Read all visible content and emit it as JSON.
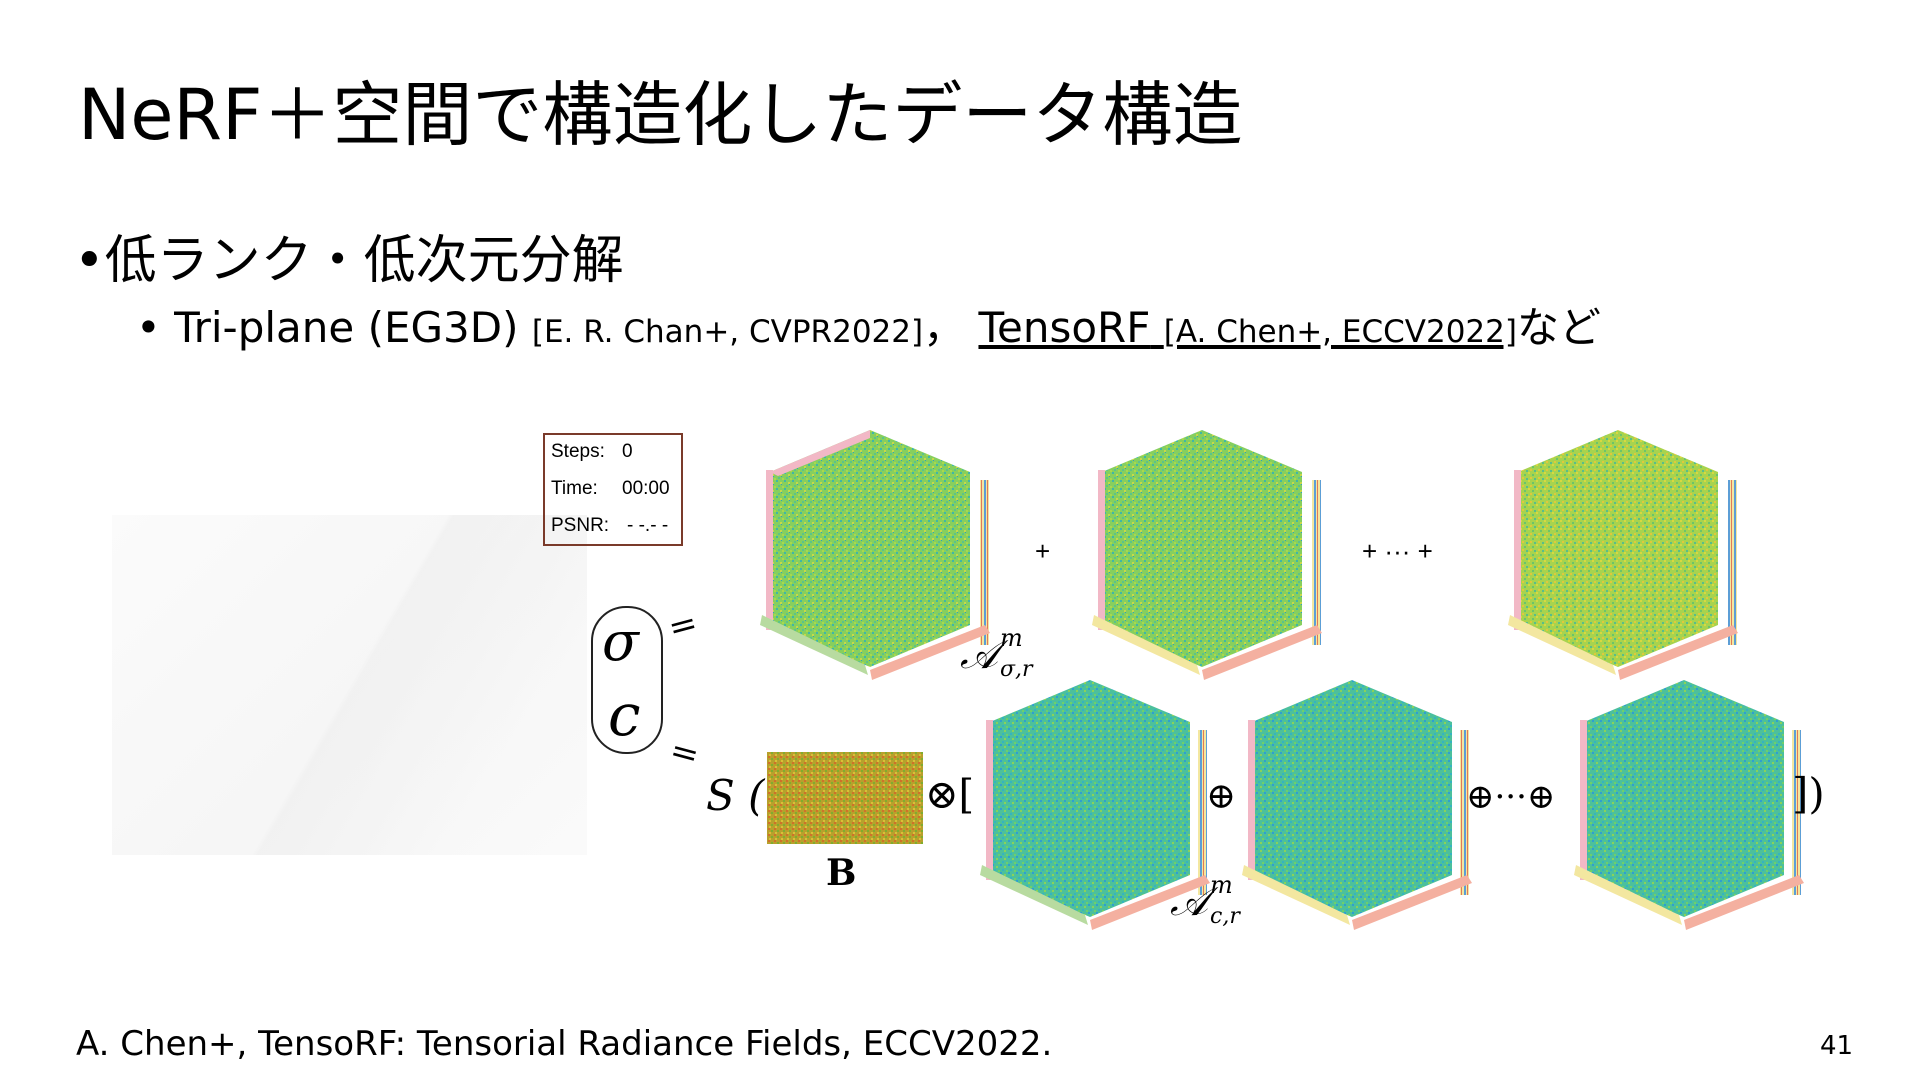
{
  "slide": {
    "title": "NeRF＋空間で構造化したデータ構造",
    "bullet1": "低ランク・低次元分解",
    "bullet2_main": "Tri-plane (EG3D)",
    "bullet2_ref1": "[E. R. Chan+, CVPR2022]",
    "bullet2_sep": "，",
    "bullet2_tensorf": "TensoRF",
    "bullet2_ref2": "[A. Chen+, ECCV2022]",
    "bullet2_tail": "など",
    "citation": "A. Chen+, TensoRF: Tensorial Radiance Fields, ECCV2022.",
    "page_number": "41"
  },
  "stats_box": {
    "steps_label": "Steps:",
    "steps_value": "0",
    "time_label": "Time:",
    "time_value": "00:00",
    "psnr_label": "PSNR:",
    "psnr_value": "- -.- -"
  },
  "figure": {
    "sigma": "σ",
    "c": "c",
    "equals": "=",
    "plus": "+",
    "plus_dots_plus": "+ ··· +",
    "s_open": "S (",
    "b_label": "B",
    "otimes_open": "⊗[",
    "oplus": "⊕",
    "oplus_dots_oplus": "⊕···⊕",
    "close": "])",
    "a_sigma": "𝒜",
    "a_sigma_sup": "m",
    "a_sigma_sub": "σ,r",
    "a_c": "𝒜",
    "a_c_sup": "m",
    "a_c_sub": "c,r",
    "colors": {
      "green": "#7fcf5a",
      "teal": "#3fbfa0",
      "yellow": "#c9d24a",
      "b_orange": "#c89a2a"
    }
  }
}
